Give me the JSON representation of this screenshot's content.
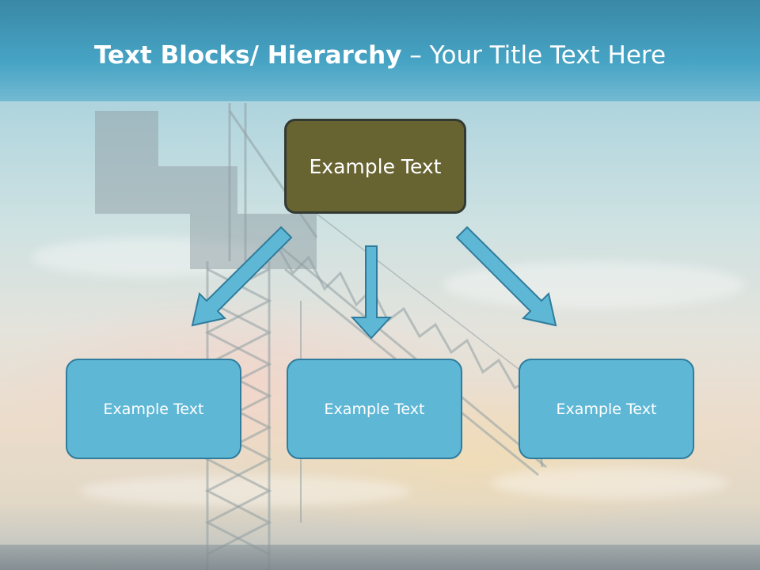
{
  "title": {
    "bold": "Text Blocks/ Hierarchy",
    "separator": " – ",
    "rest": "Your Title Text Here"
  },
  "top_node": {
    "label": "Example Text"
  },
  "child_nodes": [
    {
      "label": "Example Text"
    },
    {
      "label": "Example Text"
    },
    {
      "label": "Example Text"
    }
  ],
  "colors": {
    "title_bar": "#46a3c4",
    "top_node_fill": "#686432",
    "child_node_fill": "#5fb7d6",
    "arrow_fill": "#5fb7d6",
    "arrow_stroke": "#2f7c9c"
  }
}
